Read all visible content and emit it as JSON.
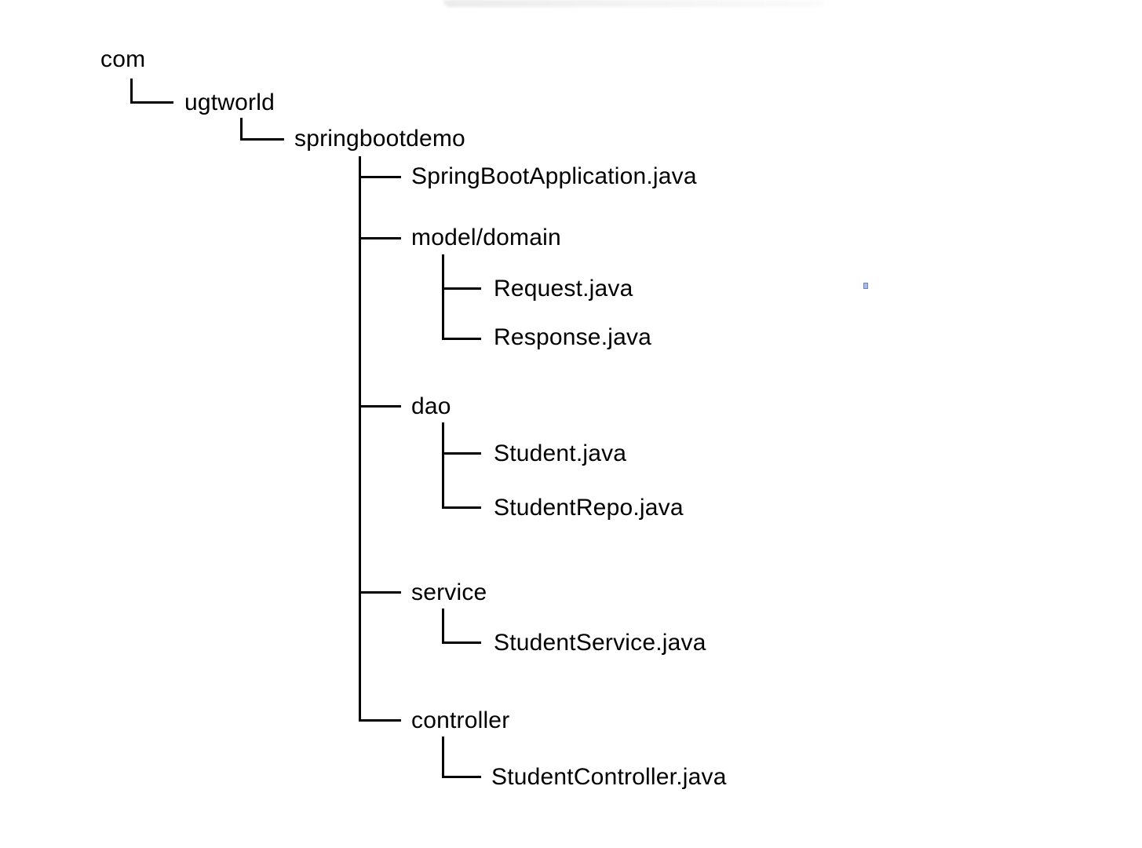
{
  "diagram": {
    "background_color": "#ffffff",
    "line_color": "#000000",
    "text_color": "#000000",
    "blue_mark_color": "#6b86c4",
    "top_smudge_color": "#ececec"
  },
  "tree": {
    "root": {
      "label": "com",
      "children": [
        {
          "label": "ugtworld",
          "children": [
            {
              "label": "springbootdemo",
              "children": [
                {
                  "label": "SpringBootApplication.java"
                },
                {
                  "label": "model/domain",
                  "children": [
                    {
                      "label": "Request.java"
                    },
                    {
                      "label": "Response.java"
                    }
                  ]
                },
                {
                  "label": "dao",
                  "children": [
                    {
                      "label": "Student.java"
                    },
                    {
                      "label": "StudentRepo.java"
                    }
                  ]
                },
                {
                  "label": "service",
                  "children": [
                    {
                      "label": "StudentService.java"
                    }
                  ]
                },
                {
                  "label": "controller",
                  "children": [
                    {
                      "label": "StudentController.java"
                    }
                  ]
                }
              ]
            }
          ]
        }
      ]
    }
  }
}
